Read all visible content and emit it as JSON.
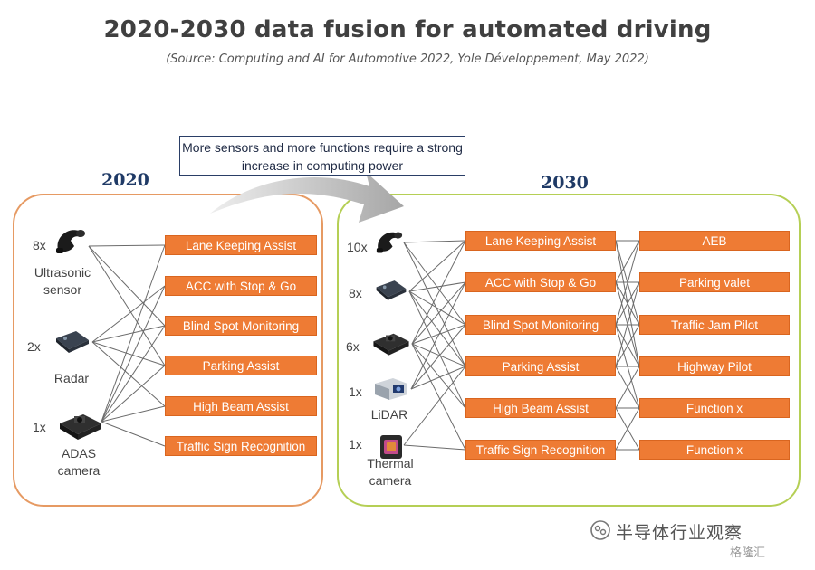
{
  "title": "2020-2030 data fusion for automated driving",
  "subtitle": "(Source: Computing and AI for Automotive 2022, Yole Développement, May 2022)",
  "callout": "More sensors and more functions require a strong increase in computing power",
  "panel_2020": {
    "year": "2020",
    "sensors": [
      {
        "mult": "8x",
        "label": "Ultrasonic sensor",
        "icon": "ultrasonic-sensor-icon"
      },
      {
        "mult": "2x",
        "label": "Radar",
        "icon": "radar-icon"
      },
      {
        "mult": "1x",
        "label": "ADAS camera",
        "icon": "adas-camera-icon"
      }
    ],
    "functions": [
      "Lane Keeping Assist",
      "ACC with Stop & Go",
      "Blind Spot Monitoring",
      "Parking Assist",
      "High Beam Assist",
      "Traffic Sign Recognition"
    ]
  },
  "panel_2030": {
    "year": "2030",
    "sensors": [
      {
        "mult": "10x",
        "label": "",
        "icon": "ultrasonic-sensor-icon"
      },
      {
        "mult": "8x",
        "label": "",
        "icon": "radar-icon"
      },
      {
        "mult": "6x",
        "label": "",
        "icon": "adas-camera-icon"
      },
      {
        "mult": "1x",
        "label": "LiDAR",
        "icon": "lidar-icon"
      },
      {
        "mult": "1x",
        "label": "Thermal camera",
        "icon": "thermal-camera-icon"
      }
    ],
    "functions_left": [
      "Lane Keeping Assist",
      "ACC with Stop & Go",
      "Blind Spot Monitoring",
      "Parking Assist",
      "High Beam Assist",
      "Traffic Sign Recognition"
    ],
    "functions_right": [
      "AEB",
      "Parking valet",
      "Traffic Jam Pilot",
      "Highway Pilot",
      "Function x",
      "Function x"
    ]
  },
  "watermark": "半导体行业观察",
  "watermark2": "格隆汇",
  "colors": {
    "orange": "#ee7b34",
    "panel_2020_border": "#e69a63",
    "panel_2030_border": "#b5cf55",
    "navy": "#1f3a66"
  }
}
